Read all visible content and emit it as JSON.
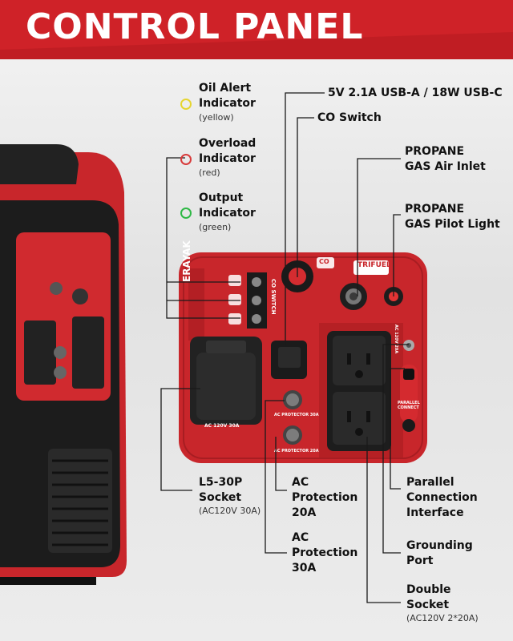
{
  "header": {
    "title": "CONTROL PANEL"
  },
  "indicators": [
    {
      "name": "Oil Alert",
      "word": "Indicator",
      "color_word": "(yellow)",
      "color": "#f3e23a"
    },
    {
      "name": "Overload",
      "word": "Indicator",
      "color_word": "(red)",
      "color": "#e04040"
    },
    {
      "name": "Output",
      "word": "Indicator",
      "color_word": "(green)",
      "color": "#35c04a"
    }
  ],
  "callouts": {
    "usb": "5V 2.1A USB-A / 18W USB-C",
    "co_switch": "CO Switch",
    "propane_air_1": "PROPANE",
    "propane_air_2": "GAS Air Inlet",
    "propane_pilot_1": "PROPANE",
    "propane_pilot_2": "GAS Pilot Light",
    "l530_1": "L5-30P",
    "l530_2": "Socket",
    "l530_3": "(AC120V 30A)",
    "ac20_1": "AC",
    "ac20_2": "Protection",
    "ac20_3": "20A",
    "ac30_1": "AC",
    "ac30_2": "Protection",
    "ac30_3": "30A",
    "parallel_1": "Parallel",
    "parallel_2": "Connection",
    "parallel_3": "Interface",
    "ground_1": "Grounding",
    "ground_2": "Port",
    "double_1": "Double",
    "double_2": "Socket",
    "double_3": "(AC120V 2*20A)"
  },
  "panel": {
    "brand": "ERAYAK",
    "co_switch_text": "CO SWITCH",
    "co_badge": "CO",
    "trifuel": "TRIFUEL",
    "l530_label": "AC 120V 30A",
    "ac30_label": "AC PROTECTOR 30A",
    "ac20_label": "AC PROTECTOR 20A",
    "outlet_label": "AC 120V 20A",
    "parallel_label": "PARALLEL CONNECT"
  },
  "colors": {
    "accent": "#d8232a",
    "panel_red": "#c8262b",
    "dark": "#1a1a1a"
  }
}
